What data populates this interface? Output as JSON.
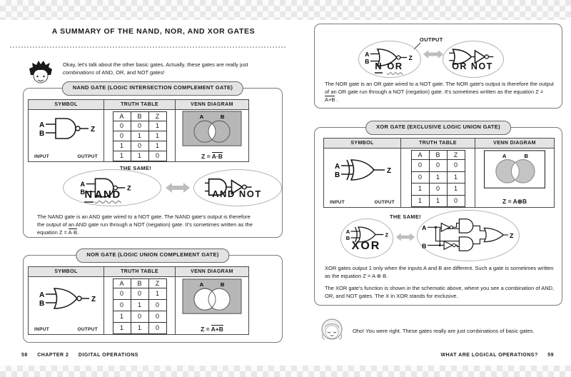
{
  "io": {
    "a": "A",
    "b": "B",
    "z": "Z",
    "input": "INPUT",
    "output": "OUTPUT"
  },
  "columns": [
    "SYMBOL",
    "TRUTH TABLE",
    "VENN DIAGRAM"
  ],
  "tt_headers": [
    "A",
    "B",
    "Z"
  ],
  "left_page": {
    "title": "A SUMMARY OF THE NAND, NOR, AND XOR GATES",
    "intro": {
      "text_1": "Okay, let's talk about the other basic gates. Actually, these gates are really just ",
      "italic": "combinations",
      "text_2": " of AND, OR, and NOT gates!"
    },
    "nand": {
      "header": "NAND GATE (LOGIC INTERSECTION COMPLEMENT GATE)",
      "truth_rows": [
        [
          "0",
          "0",
          "1"
        ],
        [
          "0",
          "1",
          "1"
        ],
        [
          "1",
          "0",
          "1"
        ],
        [
          "1",
          "1",
          "0"
        ]
      ],
      "venn_eq_pre": "Z = ",
      "venn_eq_overline": "A·B",
      "same_label": "THE SAME!",
      "left_label_head": "N",
      "left_label_tail": "AND",
      "right_label": "AND NOT",
      "desc_pre": "The NAND gate is an AND gate wired to a NOT gate. The NAND gate's output is therefore the output of an AND gate run through a NOT (negation) gate. It's sometimes written as the equation Z = ",
      "desc_eq": "A·B",
      "desc_post": "."
    },
    "nor": {
      "header": "NOR GATE (LOGIC UNION COMPLEMENT GATE)",
      "truth_rows": [
        [
          "0",
          "0",
          "1"
        ],
        [
          "0",
          "1",
          "0"
        ],
        [
          "1",
          "0",
          "0"
        ],
        [
          "1",
          "1",
          "0"
        ]
      ],
      "venn_eq_pre": "Z = ",
      "venn_eq_overline": "A+B"
    },
    "footer": {
      "page": "58",
      "chapter": "CHAPTER 2",
      "section": "DIGITAL OPERATIONS"
    }
  },
  "right_page": {
    "nor_cont": {
      "output_label": "OUTPUT",
      "left_label_head": "N",
      "left_label_tail": "OR",
      "right_label": "OR NOT",
      "desc_pre": "The NOR gate is an OR gate wired to a NOT gate. The NOR gate's output is therefore the output of an OR gate run through a NOT (negation) gate. It's sometimes written as the equation Z = ",
      "desc_eq": "A+B",
      "desc_post": " ."
    },
    "xor": {
      "header": "XOR GATE (EXCLUSIVE LOGIC UNION GATE)",
      "truth_rows": [
        [
          "0",
          "0",
          "0"
        ],
        [
          "0",
          "1",
          "1"
        ],
        [
          "1",
          "0",
          "1"
        ],
        [
          "1",
          "1",
          "0"
        ]
      ],
      "venn_eq": "Z = A⊕B",
      "same_label": "THE SAME!",
      "gate_label": "XOR",
      "desc1": "XOR gates output 1 only when the inputs A and B are different. Such a gate is sometimes written as the equation Z = A ⊕ B.",
      "desc2": "The XOR gate's function is shown in the schematic above, where you see a combination of AND, OR, and NOT gates. The X in XOR stands for exclusive."
    },
    "closing_speech": "Oho! You were right. These gates really are just combinations of basic gates.",
    "footer": {
      "section": "WHAT ARE LOGICAL OPERATIONS?",
      "page": "59"
    }
  }
}
